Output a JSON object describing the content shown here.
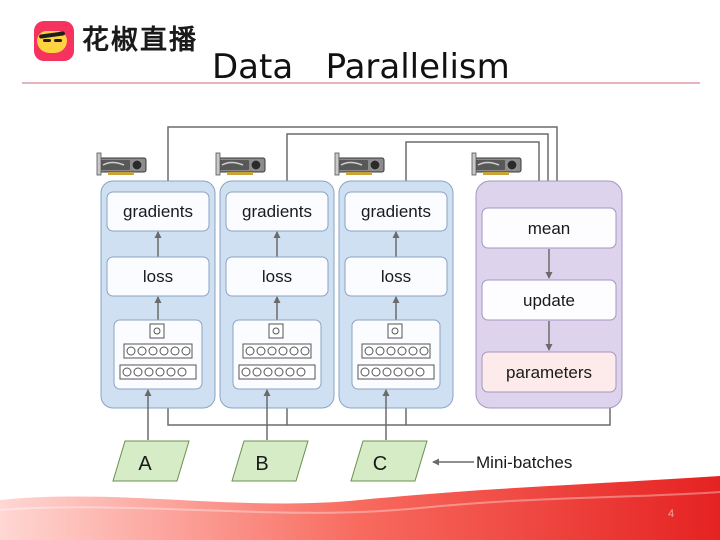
{
  "brand": {
    "logo_text": "花椒直播"
  },
  "slide": {
    "title": "Data   Parallelism",
    "page_number": "4"
  },
  "diagram": {
    "workers": [
      {
        "top": "gradients",
        "middle": "loss"
      },
      {
        "top": "gradients",
        "middle": "loss"
      },
      {
        "top": "gradients",
        "middle": "loss"
      }
    ],
    "server": {
      "step1": "mean",
      "step2": "update",
      "step3": "parameters"
    },
    "batches": [
      "A",
      "B",
      "C"
    ],
    "batches_label": "Mini-batches"
  },
  "colors": {
    "brand": "#f6335f",
    "worker_panel": "#cfe0f2",
    "server_panel": "#ddd3ec",
    "parameters_box": "#fdeaea",
    "batch_box": "#d6ecc6",
    "footer": "#ef3b3b"
  }
}
